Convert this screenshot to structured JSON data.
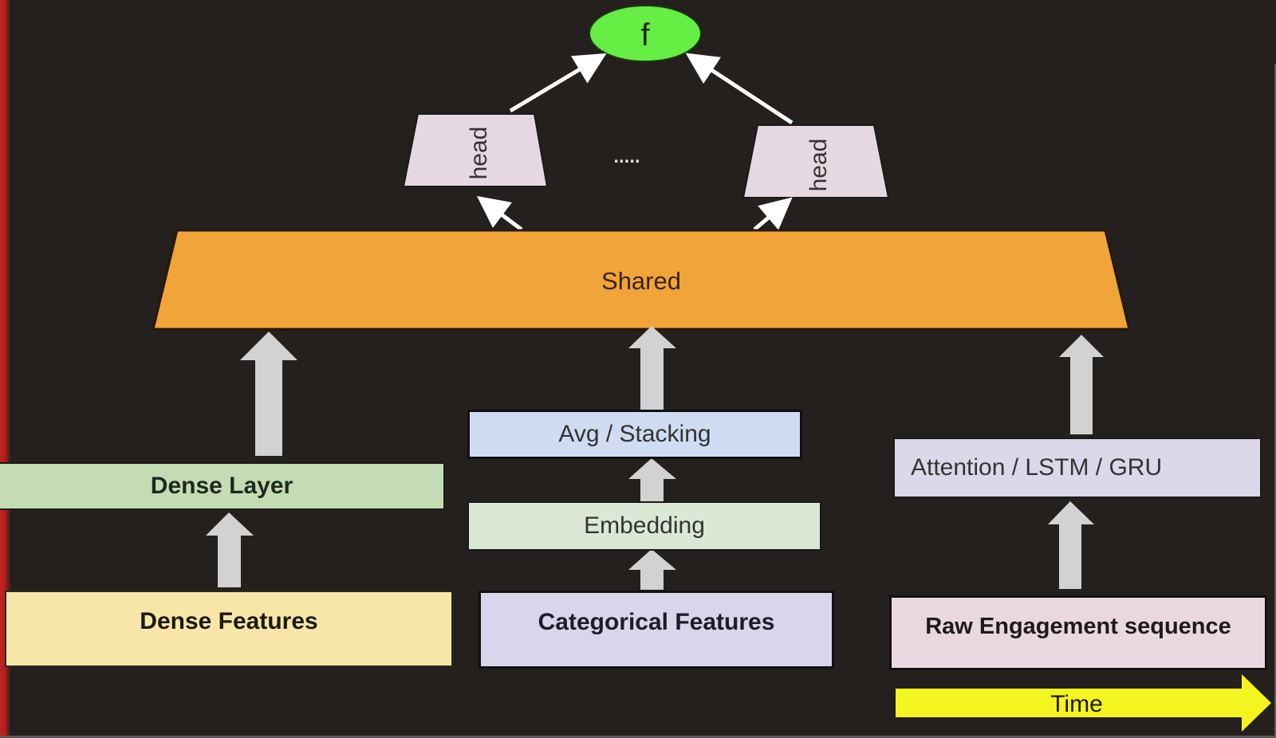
{
  "diagram": {
    "output_node": {
      "label": "f",
      "color": "#66ee44"
    },
    "heads": [
      {
        "label": "head",
        "color": "#e6d8e0"
      },
      {
        "label": "head",
        "color": "#e6d8e0"
      }
    ],
    "ellipsis": ".....",
    "shared": {
      "label": "Shared",
      "color": "#f0a43a"
    },
    "branches": {
      "dense": {
        "layer": {
          "label": "Dense Layer",
          "color": "#c4dcb4"
        },
        "input": {
          "label": "Dense Features",
          "color": "#f8e6a8"
        }
      },
      "categorical": {
        "aggregation": {
          "label": "Avg / Stacking",
          "color": "#cfdcf2"
        },
        "embedding": {
          "label": "Embedding",
          "color": "#dbe8d6"
        },
        "input": {
          "label": "Categorical Features",
          "color": "#d8d6ea"
        }
      },
      "sequence": {
        "encoder": {
          "label": "Attention / LSTM / GRU",
          "color": "#dcd8ea"
        },
        "input": {
          "label": "Raw Engagement sequence",
          "color": "#ead8e0"
        },
        "time_arrow": {
          "label": "Time",
          "color": "#f4f420"
        }
      }
    },
    "arrow_color": "#d2d2d2",
    "background": "#24201e"
  }
}
